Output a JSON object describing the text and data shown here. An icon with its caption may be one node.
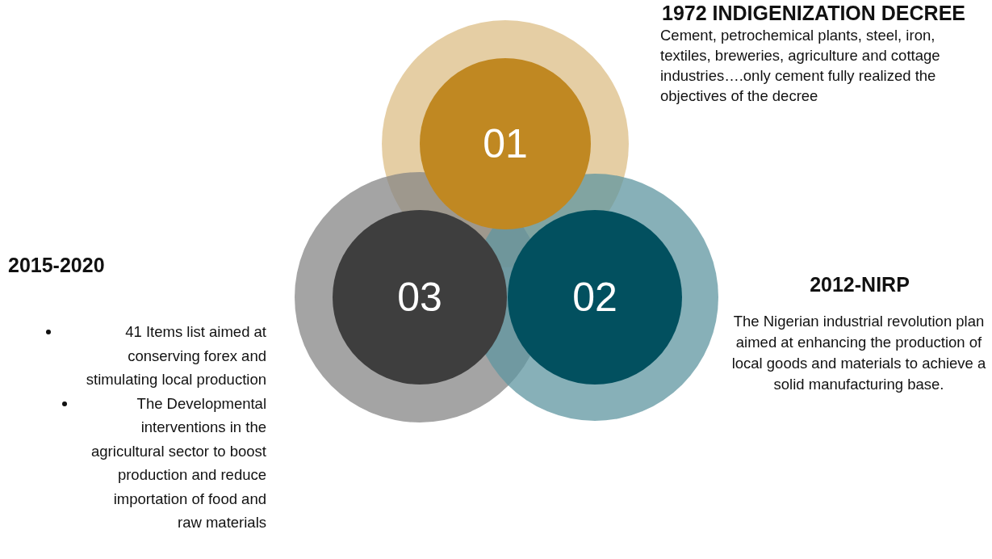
{
  "diagram": {
    "nodes": [
      {
        "text": [
          "01"
        ],
        "beside": [
          "1972 INDIGENIZATION DECREE",
          "Cement, petrochemical plants, steel, iron, textiles, breweries, agriculture and cottage industries….only cement fully realized the objectives of the decree"
        ]
      },
      {
        "text": [
          "02"
        ],
        "beside": [
          "2012-NIRP",
          "The Nigerian industrial revolution plan  aimed at enhancing the production of local goods and materials to achieve a solid manufacturing base."
        ]
      },
      {
        "text": [
          "03"
        ],
        "beside": [
          "2015-2020",
          "41 Items list aimed at conserving forex and stimulating local production",
          "The Developmental interventions in the agricultural sector to boost production and reduce importation of food and raw materials"
        ]
      }
    ]
  }
}
